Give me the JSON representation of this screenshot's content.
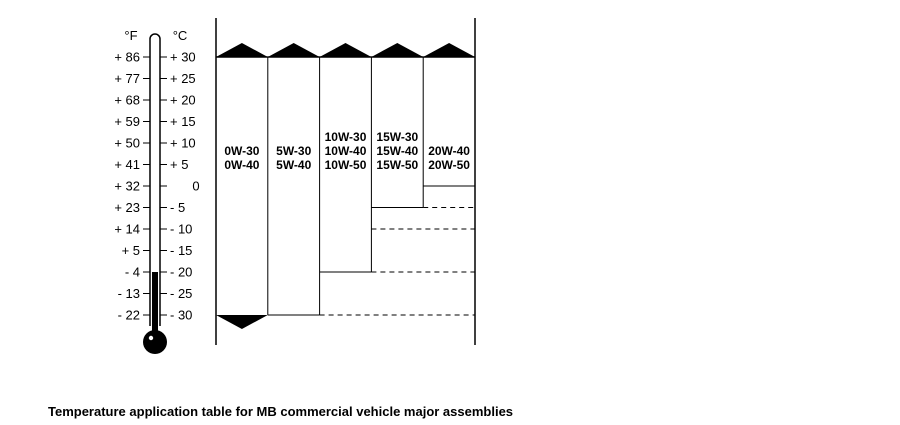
{
  "thermometer": {
    "unit_f": "°F",
    "unit_c": "°C",
    "ticks": [
      {
        "f": "+ 86",
        "c": "+ 30"
      },
      {
        "f": "+ 77",
        "c": "+ 25"
      },
      {
        "f": "+ 68",
        "c": "+ 20"
      },
      {
        "f": "+ 59",
        "c": "+ 15"
      },
      {
        "f": "+ 50",
        "c": "+ 10"
      },
      {
        "f": "+ 41",
        "c": "+  5"
      },
      {
        "f": "+ 32",
        "c": "0"
      },
      {
        "f": "+ 23",
        "c": "-  5"
      },
      {
        "f": "+ 14",
        "c": "- 10"
      },
      {
        "f": "+  5",
        "c": "- 15"
      },
      {
        "f": "-  4",
        "c": "- 20"
      },
      {
        "f": "- 13",
        "c": "- 25"
      },
      {
        "f": "- 22",
        "c": "- 30"
      }
    ],
    "reading_c": -20
  },
  "columns": [
    {
      "grades": [
        "0W-30",
        "0W-40"
      ],
      "range_c": [
        -30,
        30
      ]
    },
    {
      "grades": [
        "5W-30",
        "5W-40"
      ],
      "range_c": [
        -30,
        30
      ]
    },
    {
      "grades": [
        "10W-30",
        "10W-40",
        "10W-50"
      ],
      "range_c": [
        -20,
        30
      ]
    },
    {
      "grades": [
        "15W-30",
        "15W-40",
        "15W-50"
      ],
      "range_c": [
        -5,
        30
      ]
    },
    {
      "grades": [
        "20W-40",
        "20W-50"
      ],
      "range_c": [
        0,
        30
      ]
    }
  ],
  "caption": "Temperature application table for MB commercial vehicle major assemblies"
}
